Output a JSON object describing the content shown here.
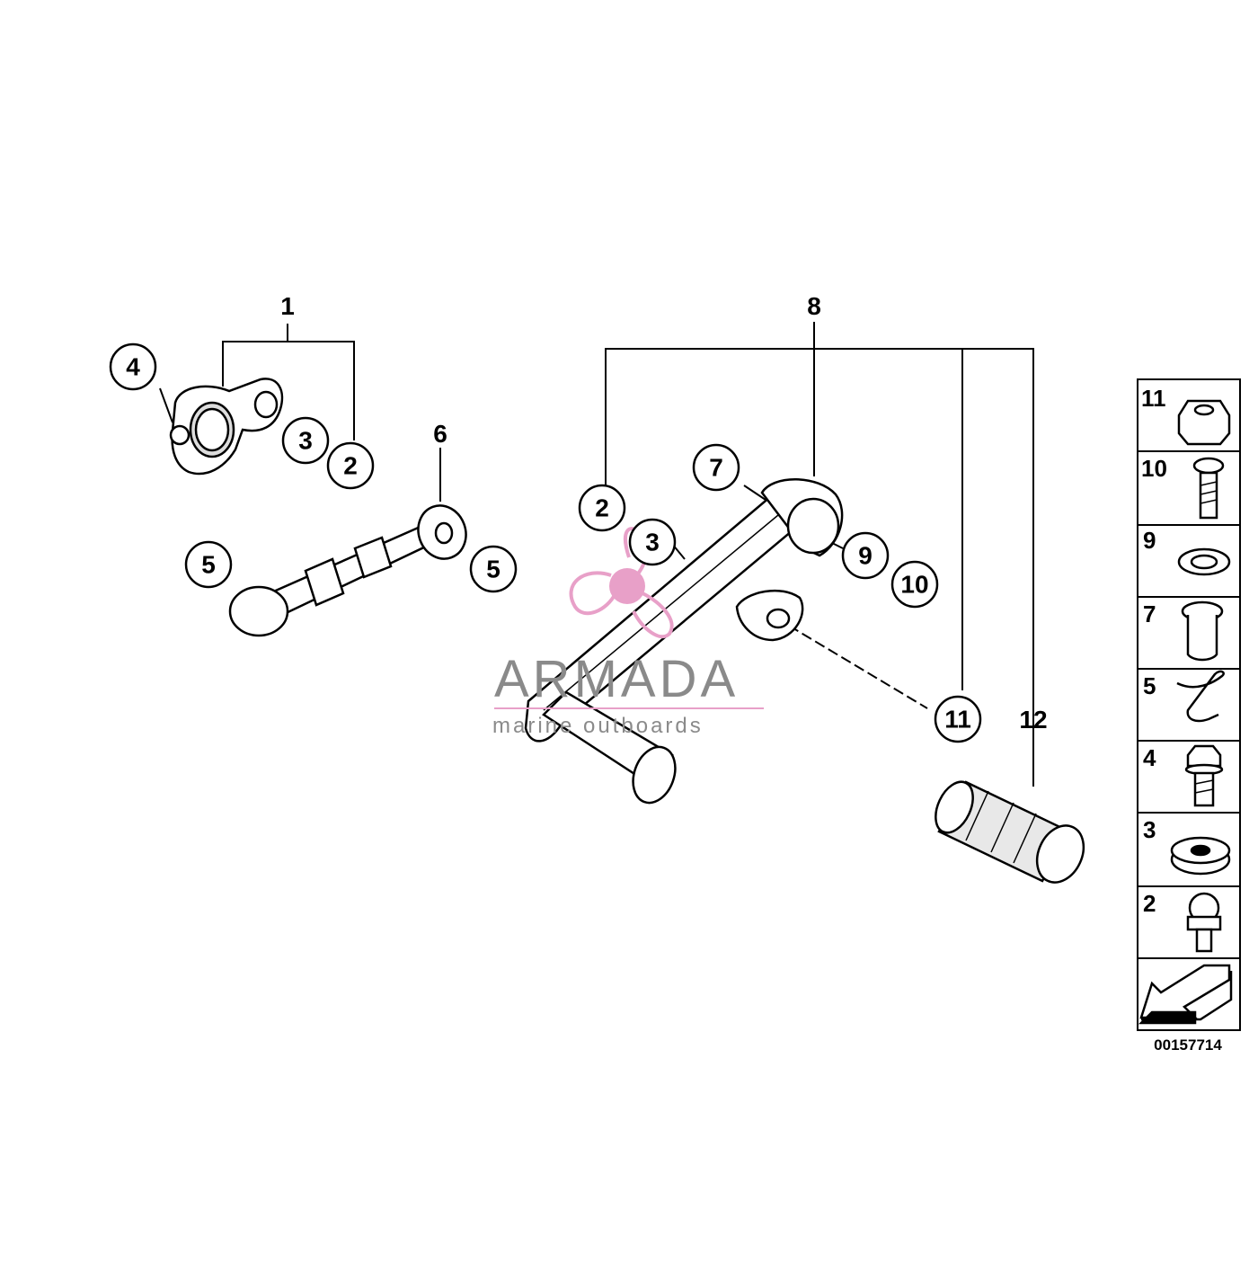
{
  "diagram": {
    "callouts": {
      "c4_left": "4",
      "c3_left": "3",
      "c2_left": "2",
      "c5_left": "5",
      "c5_right": "5",
      "c2_mid": "2",
      "c3_mid": "3",
      "c7": "7",
      "c9": "9",
      "c10": "10",
      "c11": "11"
    },
    "labels": {
      "ref1": "1",
      "ref6": "6",
      "ref8": "8",
      "ref12": "12"
    },
    "legend": [
      {
        "number": "11",
        "icon": "hex-nut-icon"
      },
      {
        "number": "10",
        "icon": "bolt-icon"
      },
      {
        "number": "9",
        "icon": "washer-icon"
      },
      {
        "number": "7",
        "icon": "bushing-icon"
      },
      {
        "number": "5",
        "icon": "spring-clip-icon"
      },
      {
        "number": "4",
        "icon": "flange-bolt-icon"
      },
      {
        "number": "3",
        "icon": "flat-washer-icon"
      },
      {
        "number": "2",
        "icon": "ball-stud-icon"
      },
      {
        "number": "",
        "icon": "arrow-icon"
      }
    ],
    "diagram_code": "00157714"
  },
  "watermark": {
    "brand": "ARMADA",
    "tagline": "marine outboards",
    "color": "#e8a0c8"
  },
  "colors": {
    "line": "#000000",
    "part_fill": "#ffffff",
    "shade": "#bfbfbf"
  }
}
